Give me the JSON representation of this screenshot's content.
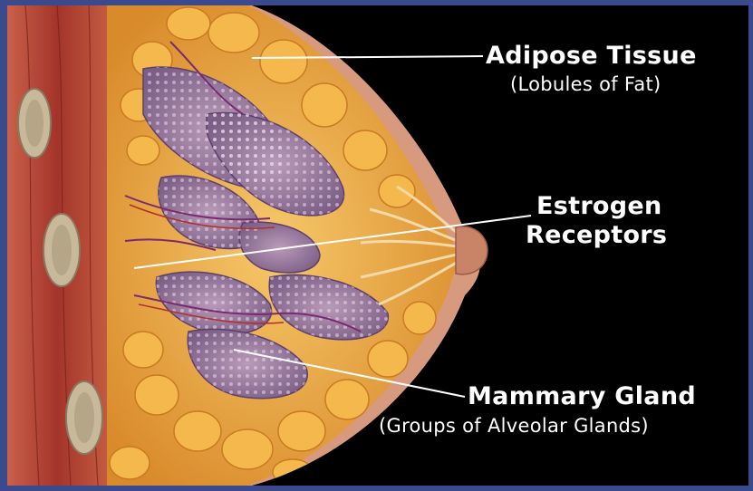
{
  "labels": {
    "adipose": {
      "title": "Adipose Tissue",
      "subtitle": "(Lobules of Fat)"
    },
    "estrogen": {
      "line1": "Estrogen",
      "line2": "Receptors"
    },
    "mammary": {
      "title": "Mammary Gland",
      "subtitle": "(Groups of Alveolar Glands)"
    }
  },
  "colors": {
    "frame": "#3a4a8c",
    "background": "#000000",
    "skin": "#d89a7e",
    "fat": "#e8a73c",
    "gland": "#9a7aa0",
    "muscle": "#a8392c",
    "leader_line": "#ffffff"
  }
}
